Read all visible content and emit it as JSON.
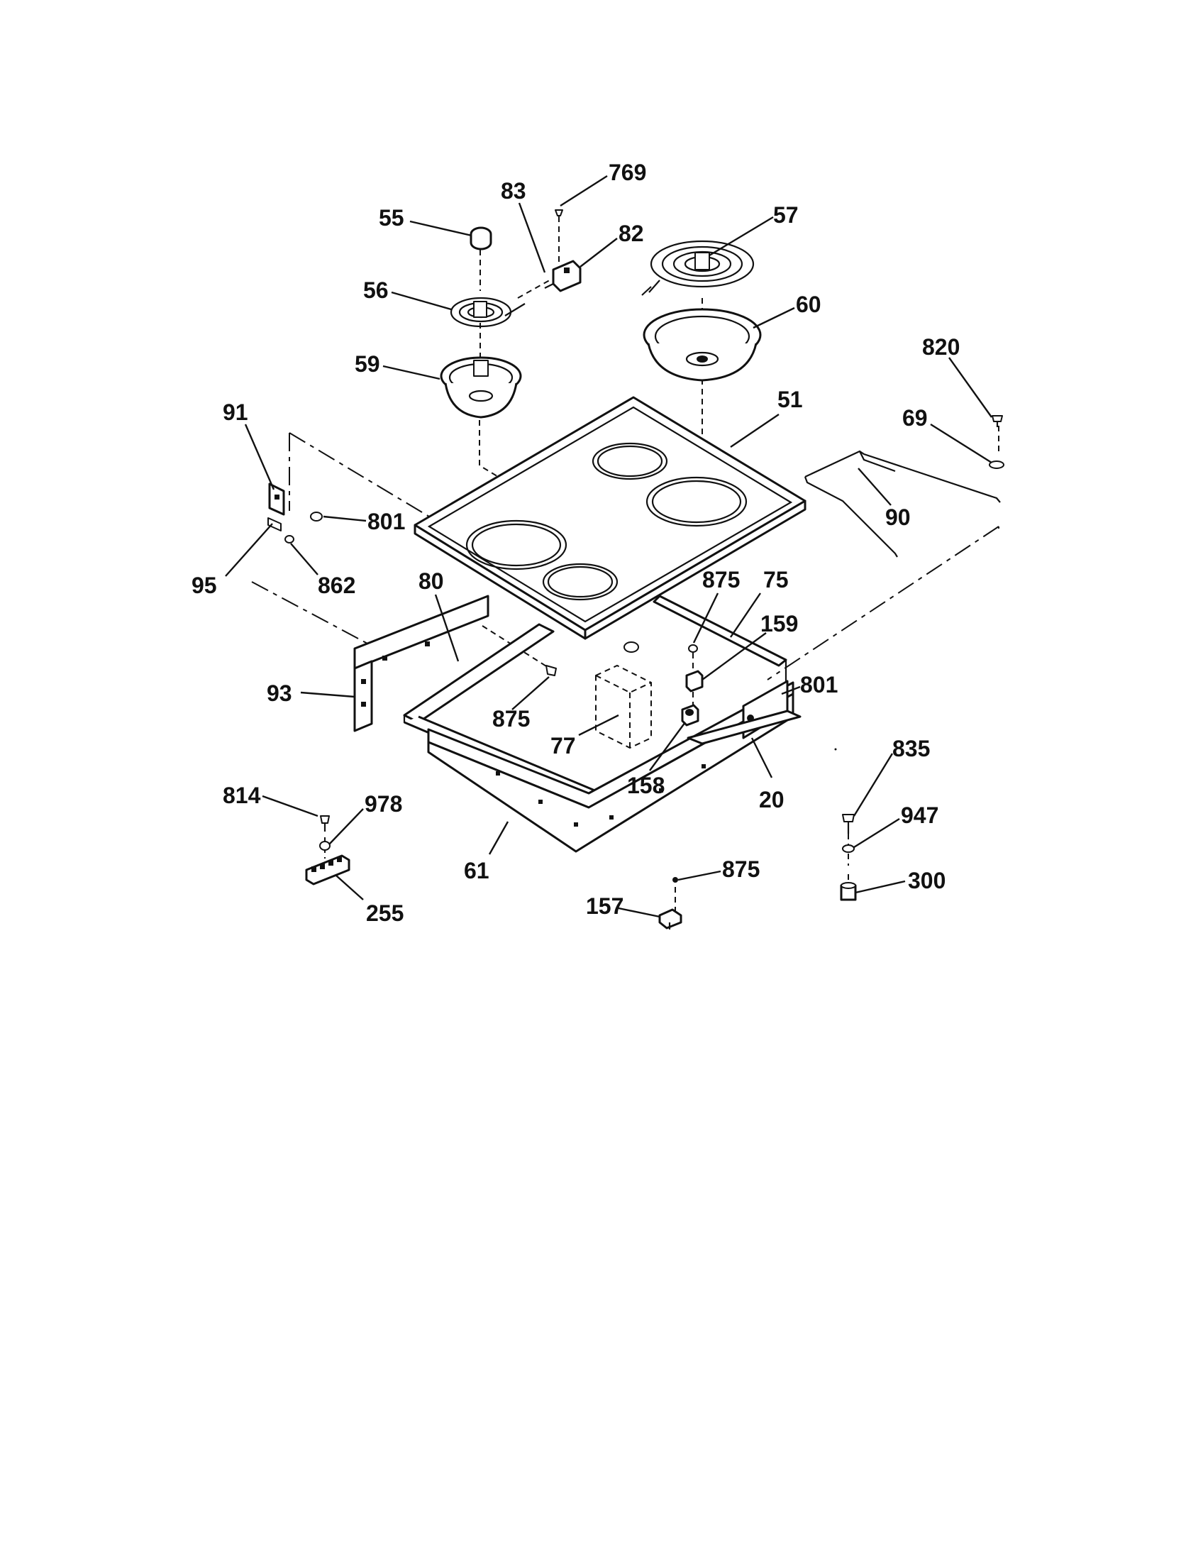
{
  "diagram": {
    "parts": [
      {
        "id": "55",
        "label": "55"
      },
      {
        "id": "56",
        "label": "56"
      },
      {
        "id": "59",
        "label": "59"
      },
      {
        "id": "83",
        "label": "83"
      },
      {
        "id": "769",
        "label": "769"
      },
      {
        "id": "82",
        "label": "82"
      },
      {
        "id": "57",
        "label": "57"
      },
      {
        "id": "60",
        "label": "60"
      },
      {
        "id": "820",
        "label": "820"
      },
      {
        "id": "69",
        "label": "69"
      },
      {
        "id": "51",
        "label": "51"
      },
      {
        "id": "90",
        "label": "90"
      },
      {
        "id": "91",
        "label": "91"
      },
      {
        "id": "801a",
        "label": "801"
      },
      {
        "id": "95",
        "label": "95"
      },
      {
        "id": "862",
        "label": "862"
      },
      {
        "id": "80",
        "label": "80"
      },
      {
        "id": "875a",
        "label": "875"
      },
      {
        "id": "75",
        "label": "75"
      },
      {
        "id": "159",
        "label": "159"
      },
      {
        "id": "801b",
        "label": "801"
      },
      {
        "id": "93",
        "label": "93"
      },
      {
        "id": "875b",
        "label": "875"
      },
      {
        "id": "77",
        "label": "77"
      },
      {
        "id": "158",
        "label": "158"
      },
      {
        "id": "20",
        "label": "20"
      },
      {
        "id": "835",
        "label": "835"
      },
      {
        "id": "814",
        "label": "814"
      },
      {
        "id": "978",
        "label": "978"
      },
      {
        "id": "947",
        "label": "947"
      },
      {
        "id": "61",
        "label": "61"
      },
      {
        "id": "875c",
        "label": "875"
      },
      {
        "id": "300",
        "label": "300"
      },
      {
        "id": "157",
        "label": "157"
      },
      {
        "id": "255",
        "label": "255"
      }
    ]
  }
}
